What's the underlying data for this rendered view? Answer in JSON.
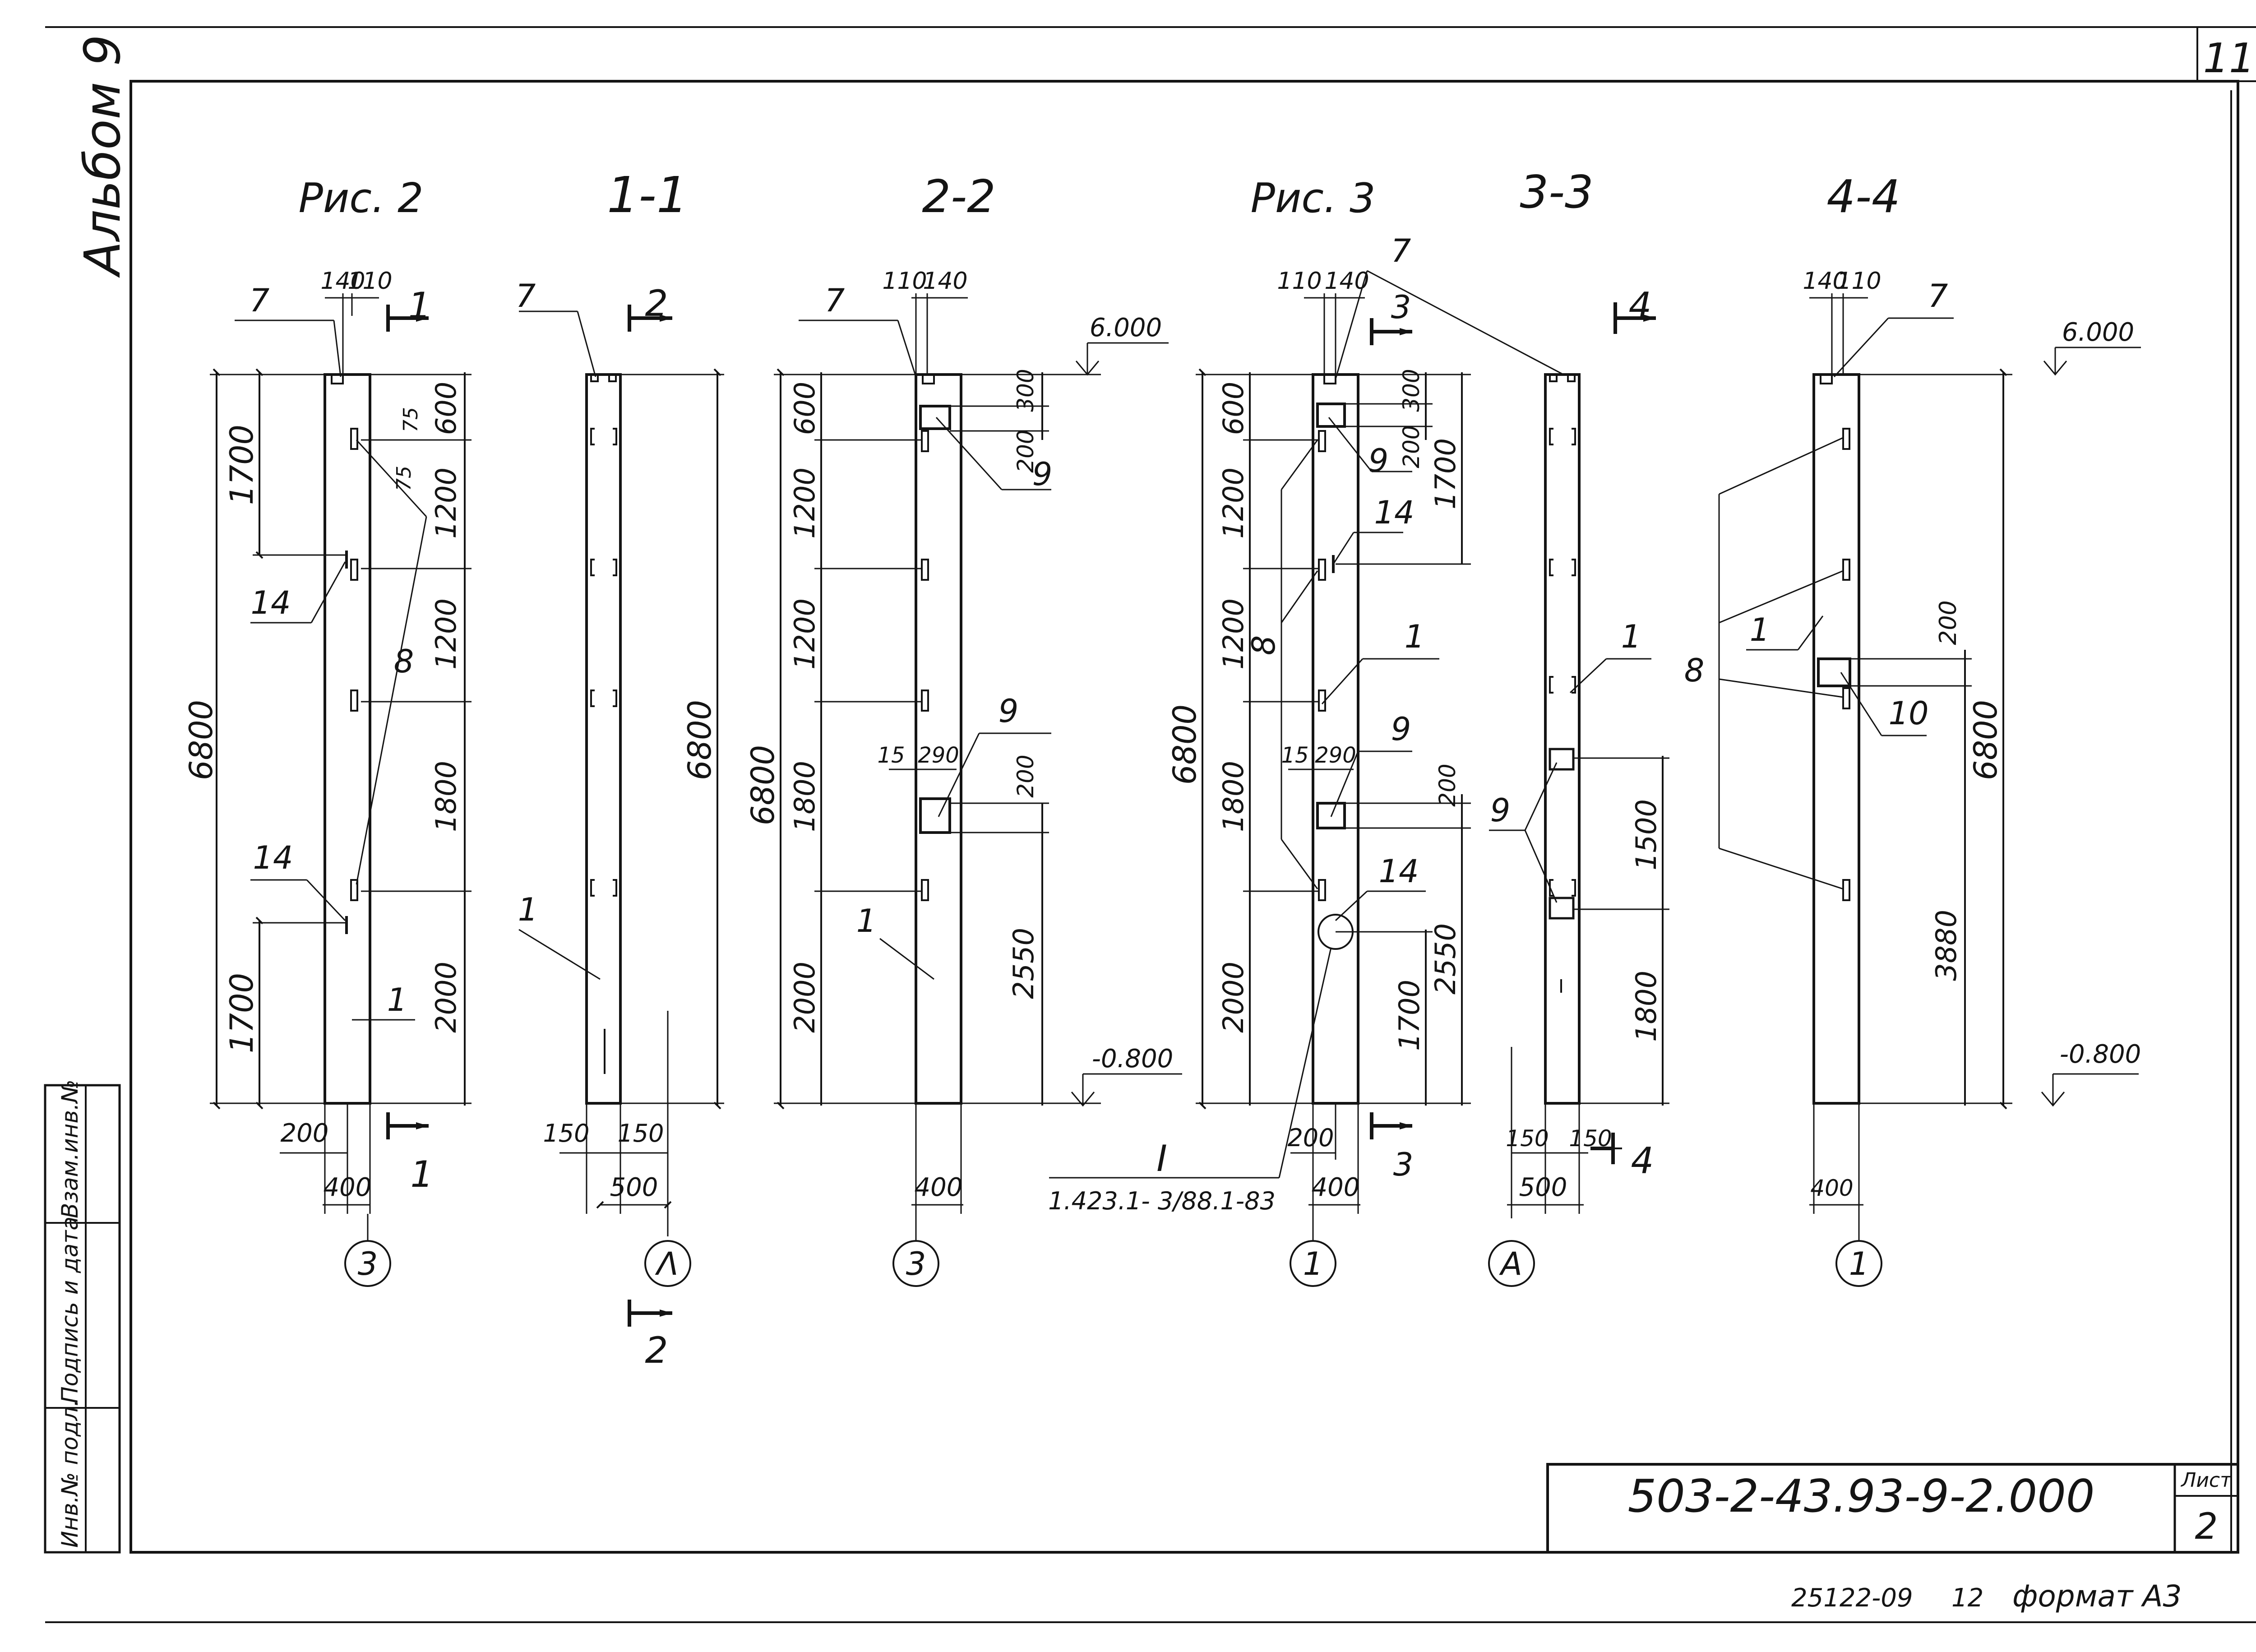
{
  "sheet_corner_number": "11",
  "album_label": "Альбом 9",
  "side_stamp": [
    "Инв.№ подл.",
    "Подпись и дата",
    "Взам.инв.№"
  ],
  "title_block": {
    "code": "503-2-43.93-9-2.000",
    "sheet_label": "Лист",
    "sheet_no": "2"
  },
  "footer": {
    "order": "25122-09",
    "page": "12",
    "format": "формат А3"
  },
  "views": [
    {
      "title": "Рис. 2",
      "axis": "3",
      "overall": "6800",
      "width": "400",
      "bottom_dim": "200",
      "col_dims": [
        "140",
        "110"
      ],
      "left_dims": [
        "1700",
        "1700"
      ],
      "right_dims": [
        "600",
        "1200",
        "1200",
        "1800",
        "2000"
      ],
      "small_dims": [
        "75",
        "75"
      ],
      "callouts": [
        "7",
        "14",
        "8",
        "14",
        "1"
      ],
      "cut_marks": [
        "1",
        "1"
      ]
    },
    {
      "title": "1-1",
      "axis": "Λ",
      "overall": "6800",
      "width": "500",
      "bottom_dims": [
        "150",
        "150"
      ],
      "callouts": [
        "7",
        "1"
      ],
      "cut_marks": [
        "2",
        "2"
      ]
    },
    {
      "title": "2-2",
      "axis": "3",
      "overall": "6800",
      "width": "400",
      "col_dims": [
        "110",
        "140"
      ],
      "left_dims": [
        "600",
        "1200",
        "1200",
        "1800",
        "2000"
      ],
      "right_dims": [
        "300",
        "200",
        "200",
        "2550"
      ],
      "opening_dims": [
        "15",
        "290"
      ],
      "levels": [
        "6.000",
        "-0.800"
      ],
      "callouts": [
        "7",
        "9",
        "9",
        "1"
      ]
    },
    {
      "title": "Рис. 3",
      "axis": "1",
      "overall": "6800",
      "width": "400",
      "bottom_dim": "200",
      "col_dims": [
        "110",
        "140"
      ],
      "left_dims": [
        "600",
        "1200",
        "1200",
        "1800",
        "2000"
      ],
      "right_dims": [
        "300",
        "200",
        "1700",
        "200",
        "2550",
        "1700"
      ],
      "opening_dims": [
        "15",
        "290"
      ],
      "callouts": [
        "7",
        "9",
        "14",
        "8",
        "1",
        "9",
        "14"
      ],
      "cut_marks": [
        "3",
        "3"
      ],
      "detail": {
        "mark": "I",
        "ref": "1.423.1- 3/88.1-83"
      }
    },
    {
      "title": "3-3",
      "axis": "А",
      "width": "500",
      "bottom_dims": [
        "150",
        "150"
      ],
      "right_dims": [
        "1500",
        "1800"
      ],
      "callouts": [
        "1",
        "9"
      ],
      "cut_marks": [
        "4",
        "4"
      ]
    },
    {
      "title": "4-4",
      "axis": "1",
      "overall": "6800",
      "width": "400",
      "col_dims": [
        "140",
        "110"
      ],
      "right_dims": [
        "200",
        "3880"
      ],
      "levels": [
        "6.000",
        "-0.800"
      ],
      "callouts": [
        "7",
        "8",
        "1",
        "10"
      ]
    }
  ]
}
